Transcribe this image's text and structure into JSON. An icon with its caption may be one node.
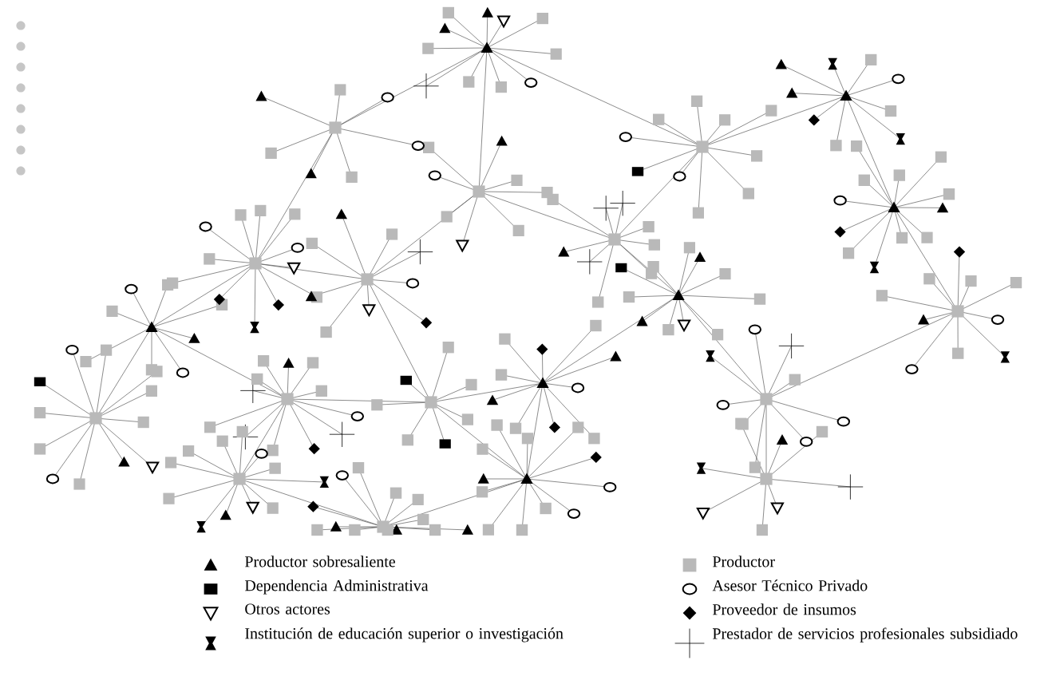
{
  "diagram": {
    "legend": [
      {
        "text": "Productor sobresaliente"
      },
      {
        "text": "Dependencia Administrativa"
      },
      {
        "text": "Otros actores"
      },
      {
        "text": "Institución de educación superior o investigación"
      },
      {
        "text": "Productor"
      },
      {
        "text": "Asesor Técnico Privado"
      },
      {
        "text": "Proveedor de insumos"
      },
      {
        "text": "Prestador de servicios profesionales subsidiado"
      }
    ]
  }
}
